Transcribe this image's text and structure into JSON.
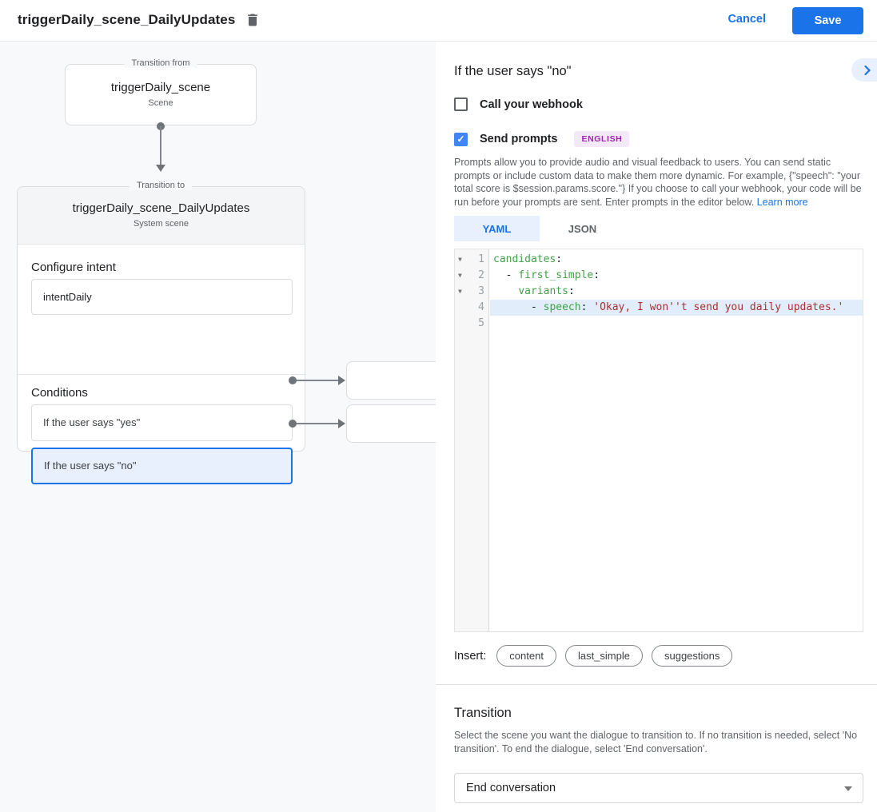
{
  "header": {
    "title": "triggerDaily_scene_DailyUpdates",
    "cancel_label": "Cancel",
    "save_label": "Save"
  },
  "canvas": {
    "from_box": {
      "label": "Transition from",
      "title": "triggerDaily_scene",
      "subtitle": "Scene"
    },
    "to_card": {
      "label": "Transition to",
      "title": "triggerDaily_scene_DailyUpdates",
      "subtitle": "System scene",
      "configure_intent_label": "Configure intent",
      "intent_value": "intentDaily",
      "conditions_label": "Conditions",
      "conditions": [
        {
          "label": "If the user says \"yes\"",
          "selected": false
        },
        {
          "label": "If the user says \"no\"",
          "selected": true
        }
      ]
    }
  },
  "panel": {
    "title": "If the user says \"no\"",
    "webhook": {
      "label": "Call your webhook",
      "checked": false
    },
    "prompts": {
      "label": "Send prompts",
      "checked": true,
      "language_badge": "ENGLISH",
      "check_glyph": "✓"
    },
    "description": "Prompts allow you to provide audio and visual feedback to users. You can send static prompts or include custom data to make them more dynamic. For example, {\"speech\": \"your total score is $session.params.score.\"} If you choose to call your webhook, your code will be run before your prompts are sent. Enter prompts in the editor below. ",
    "learn_more_label": "Learn more",
    "tabs": [
      {
        "label": "YAML",
        "active": true
      },
      {
        "label": "JSON",
        "active": false
      }
    ],
    "editor": {
      "lines": [
        {
          "num": "1",
          "fold": "▼",
          "pre": "",
          "key": "candidates",
          "mid": ":",
          "str": ""
        },
        {
          "num": "2",
          "fold": "▼",
          "pre": "  - ",
          "key": "first_simple",
          "mid": ":",
          "str": ""
        },
        {
          "num": "3",
          "fold": "▼",
          "pre": "    ",
          "key": "variants",
          "mid": ":",
          "str": ""
        },
        {
          "num": "4",
          "fold": "",
          "pre": "      - ",
          "key": "speech",
          "mid": ": ",
          "str": "'Okay, I won''t send you daily updates.'"
        },
        {
          "num": "5",
          "fold": "",
          "pre": "",
          "key": "",
          "mid": "",
          "str": ""
        }
      ]
    },
    "insert_label": "Insert:",
    "insert_chips": [
      "content",
      "last_simple",
      "suggestions"
    ],
    "transition": {
      "title": "Transition",
      "description": "Select the scene you want the dialogue to transition to. If no transition is needed, select 'No transition'. To end the dialogue, select 'End conversation'.",
      "selected_value": "End conversation"
    }
  },
  "colors": {
    "accent_blue": "#1a73e8",
    "checkbox_blue": "#4285f4",
    "selected_fill": "#e8f0fe",
    "canvas_bg": "#f8f9fa",
    "code_key_green": "#43a047",
    "code_string_red": "#a93131",
    "active_line": "#e2edfc",
    "badge_purple": "#9c27b0"
  }
}
